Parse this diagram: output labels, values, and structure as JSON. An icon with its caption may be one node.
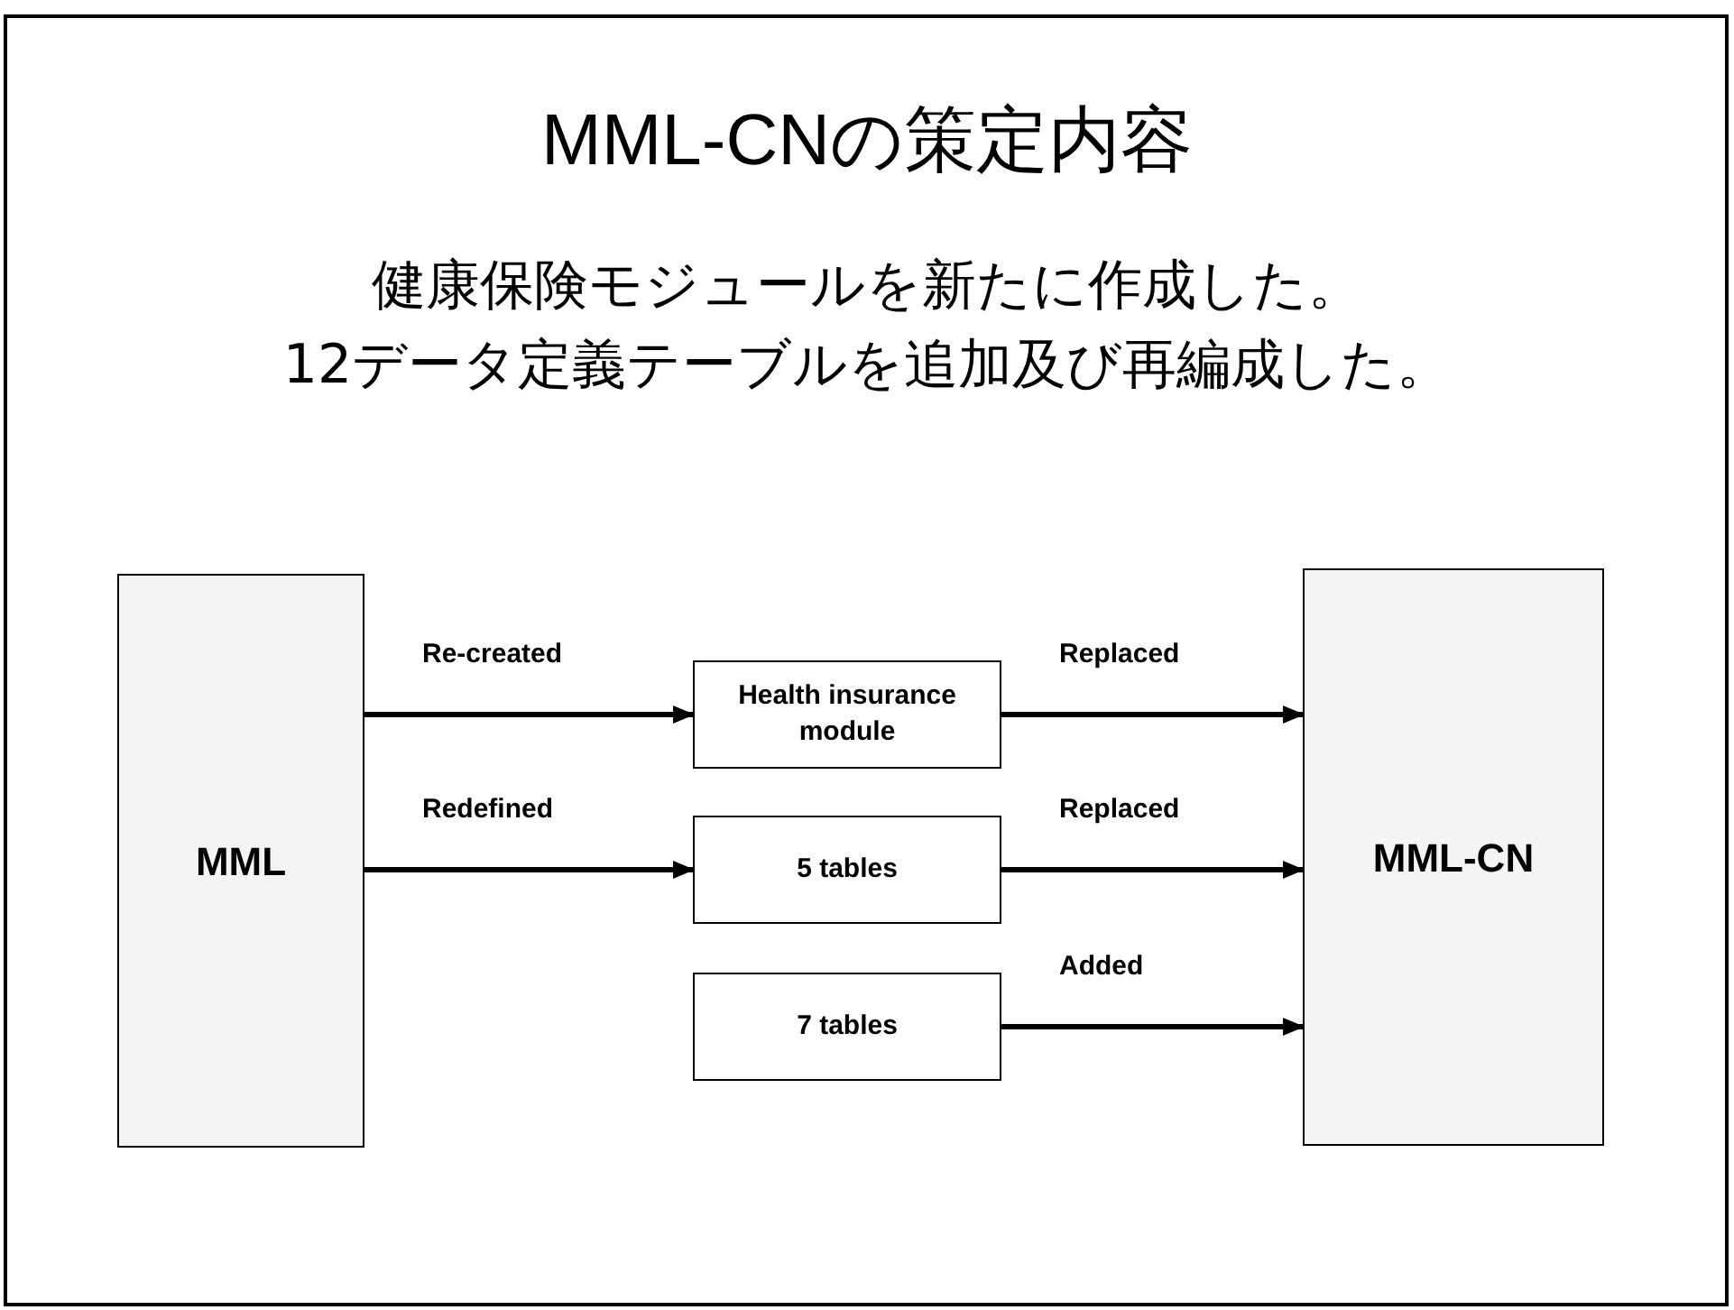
{
  "diagram": {
    "title": "MML-CNの策定内容",
    "nodes": [
      {
        "text": [
          "MML"
        ]
      },
      {
        "text": [
          "Health insurance module"
        ]
      },
      {
        "text": [
          "5 tables"
        ]
      },
      {
        "text": [
          "7 tables"
        ]
      },
      {
        "text": [
          "MML-CN"
        ]
      }
    ],
    "edges": [
      {
        "from": 0,
        "to": 1,
        "arrow": "to",
        "label": "Re-created"
      },
      {
        "from": 0,
        "to": 2,
        "arrow": "to",
        "label": "Redefined"
      },
      {
        "from": 1,
        "to": 4,
        "arrow": "to",
        "label": "Replaced"
      },
      {
        "from": 2,
        "to": 4,
        "arrow": "to",
        "label": "Replaced"
      },
      {
        "from": 3,
        "to": 4,
        "arrow": "to",
        "label": "Added"
      }
    ],
    "labels": [
      "健康保険モジュールを新たに作成した。",
      "12データ定義テーブルを追加及び再編成した。"
    ]
  }
}
